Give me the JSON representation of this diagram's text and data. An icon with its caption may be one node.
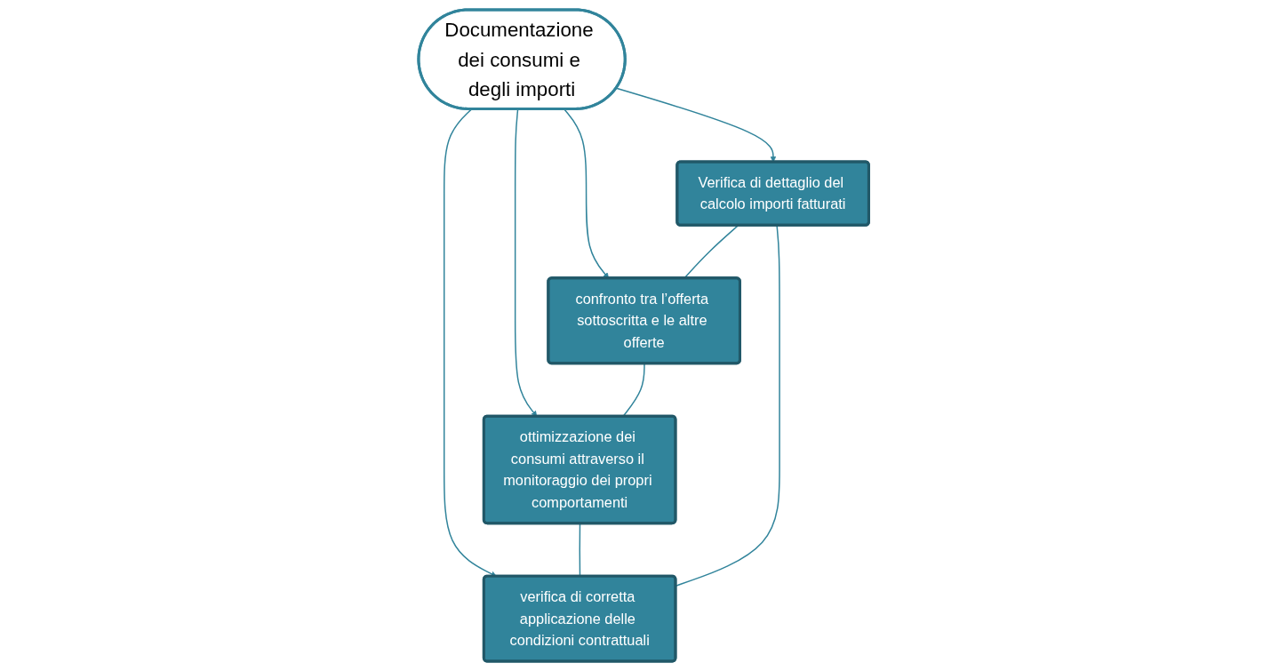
{
  "diagram": {
    "nodes": [
      {
        "text": [
          "Documentazione dei consumi e degli importi"
        ]
      },
      {
        "text": [
          "Verifica di dettaglio del calcolo importi fatturati"
        ]
      },
      {
        "text": [
          "confronto tra l’offerta sottoscritta e le altre offerte"
        ]
      },
      {
        "text": [
          "ottimizzazione dei consumi attraverso il monitoraggio dei propri comportamenti"
        ]
      },
      {
        "text": [
          "verifica di corretta applicazione delle condizioni contrattuali"
        ]
      }
    ],
    "edges": [
      {
        "from": 0,
        "to": 1,
        "arrow": "to"
      },
      {
        "from": 0,
        "to": 2,
        "arrow": "to"
      },
      {
        "from": 0,
        "to": 3,
        "arrow": "to"
      },
      {
        "from": 0,
        "to": 4,
        "arrow": "to"
      },
      {
        "from": 1,
        "to": 2,
        "arrow": "none"
      },
      {
        "from": 2,
        "to": 3,
        "arrow": "none"
      },
      {
        "from": 3,
        "to": 4,
        "arrow": "none"
      },
      {
        "from": 4,
        "to": 1,
        "arrow": "none"
      }
    ]
  }
}
